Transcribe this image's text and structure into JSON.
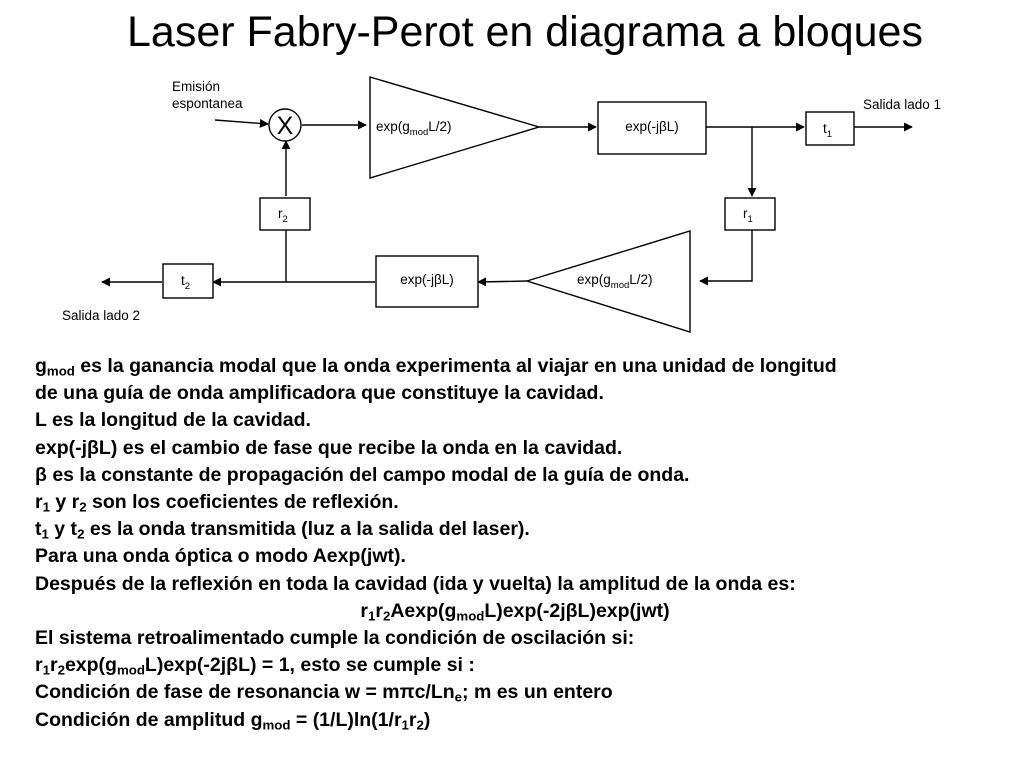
{
  "title": "Laser Fabry-Perot en diagrama a bloques",
  "diagram": {
    "emision_line1": "Emisión",
    "emision_line2": "espontanea",
    "mixer_symbol": "X",
    "amp_top": {
      "pre": "exp(g",
      "sub": "mod",
      "post": "L/2)"
    },
    "phase_top": "exp(-jβL)",
    "t1": {
      "base": "t",
      "sub": "1"
    },
    "salida1": "Salida lado 1",
    "r1": {
      "base": "r",
      "sub": "1"
    },
    "r2": {
      "base": "r",
      "sub": "2"
    },
    "amp_bottom": {
      "pre": "exp(g",
      "sub": "mod",
      "post": "L/2)"
    },
    "phase_bottom": "exp(-jβL)",
    "t2": {
      "base": "t",
      "sub": "2"
    },
    "salida2": "Salida lado 2"
  },
  "text": {
    "l1": {
      "a": "g",
      "b": "mod",
      "c": " es la ganancia modal que la onda experimenta al viajar en una unidad de longitud"
    },
    "l2": "de una guía de onda amplificadora que constituye la cavidad.",
    "l3": "L es la longitud de la cavidad.",
    "l4": "exp(-jβL) es el cambio de fase que recibe la onda en la cavidad.",
    "l5": "β es la constante de propagación del campo modal de la guía de onda.",
    "l6": {
      "a": "r",
      "b": "1",
      "c": " y r",
      "d": "2",
      "e": " son los coeficientes de reflexión."
    },
    "l7": {
      "a": "t",
      "b": "1",
      "c": " y t",
      "d": "2",
      "e": " es la onda transmitida (luz a la salida del laser)."
    },
    "l8": "Para una onda óptica o modo Aexp(jwt).",
    "l9": "Después de la reflexión en toda la cavidad (ida y vuelta) la amplitud de la onda es:",
    "l10": {
      "a": "r",
      "b": "1",
      "c": "r",
      "d": "2",
      "e": "Aexp(g",
      "f": "mod",
      "g": "L)exp(-2jβL)exp(jwt)"
    },
    "l11": "El sistema retroalimentado cumple la condición de oscilación si:",
    "l12": {
      "a": "r",
      "b": "1",
      "c": "r",
      "d": "2",
      "e": "exp(g",
      "f": "mod",
      "g": "L)exp(-2jβL) = 1, esto se cumple si :"
    },
    "l13": {
      "a": "Condición de fase de resonancia w = mπc/Ln",
      "b": "e",
      "c": "; m es un entero"
    },
    "l14": {
      "a": "Condición de amplitud g",
      "b": "mod",
      "c": " = (1/L)ln(1/r",
      "d": "1",
      "e": "r",
      "f": "2",
      "g": ")"
    }
  }
}
